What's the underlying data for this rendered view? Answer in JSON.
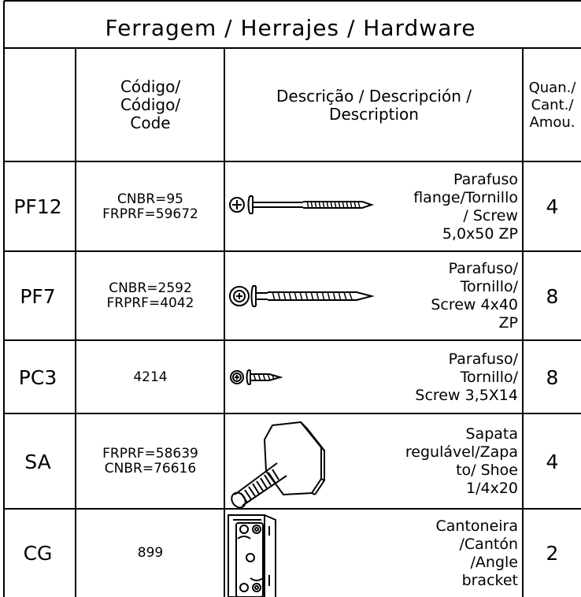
{
  "title": "Ferragem / Herrajes / Hardware",
  "headers": {
    "code_lines": [
      "Código/",
      "Código/",
      "Code"
    ],
    "description_lines": [
      "Descrição / Descripción /",
      "Description"
    ],
    "quantity_lines": [
      "Quan./",
      "Cant./",
      "Amou."
    ]
  },
  "rows": [
    {
      "id": "PF12",
      "code_lines": [
        "CNBR=95",
        "FRPRF=59672"
      ],
      "desc_lines": [
        "Parafuso",
        "flange/Tornillo",
        "/ Screw",
        "5,0x50 ZP"
      ],
      "qty": "4",
      "icon": "flange-screw-icon"
    },
    {
      "id": "PF7",
      "code_lines": [
        "CNBR=2592",
        "FRPRF=4042"
      ],
      "desc_lines": [
        "Parafuso/",
        "Tornillo/",
        "Screw 4x40",
        "ZP"
      ],
      "qty": "8",
      "icon": "screw-icon"
    },
    {
      "id": "PC3",
      "code_lines": [
        "4214"
      ],
      "desc_lines": [
        "Parafuso/",
        "Tornillo/",
        "Screw 3,5X14"
      ],
      "qty": "8",
      "icon": "short-screw-icon"
    },
    {
      "id": "SA",
      "code_lines": [
        "FRPRF=58639",
        "CNBR=76616"
      ],
      "desc_lines": [
        "Sapata",
        "regulável/Zapa",
        "to/ Shoe",
        "1/4x20"
      ],
      "qty": "4",
      "icon": "adjustable-foot-icon"
    },
    {
      "id": "CG",
      "code_lines": [
        "899"
      ],
      "desc_lines": [
        "Cantoneira",
        "/Cantón",
        "/Angle",
        "bracket"
      ],
      "qty": "2",
      "icon": "angle-bracket-icon"
    }
  ]
}
